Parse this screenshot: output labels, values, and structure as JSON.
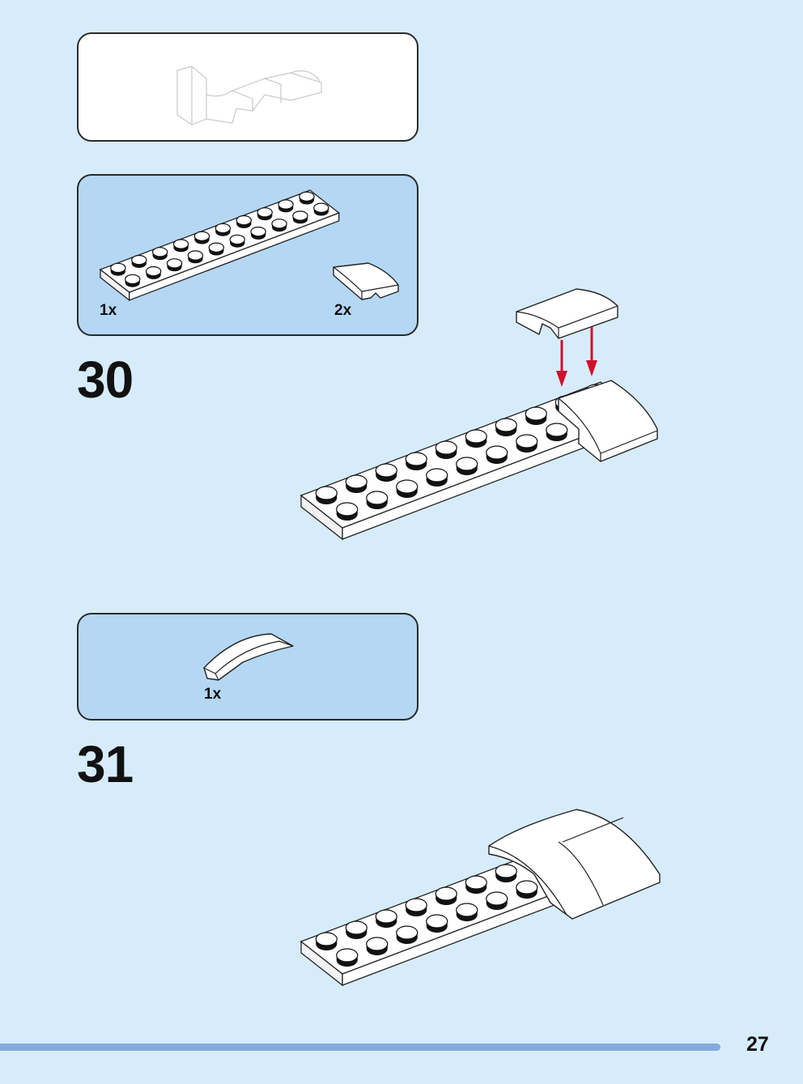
{
  "steps": [
    {
      "number": "30",
      "parts": [
        {
          "name": "plate-2x10",
          "qty": "1x"
        },
        {
          "name": "curved-slope-2x2",
          "qty": "2x"
        }
      ]
    },
    {
      "number": "31",
      "parts": [
        {
          "name": "curved-arch",
          "qty": "1x"
        }
      ]
    }
  ],
  "page": {
    "number": "27"
  },
  "colors": {
    "background": "#d7ecfb",
    "parts_box": "#b4d7f4",
    "arrow": "#d0102a",
    "page_bar": "#86a9dc"
  }
}
